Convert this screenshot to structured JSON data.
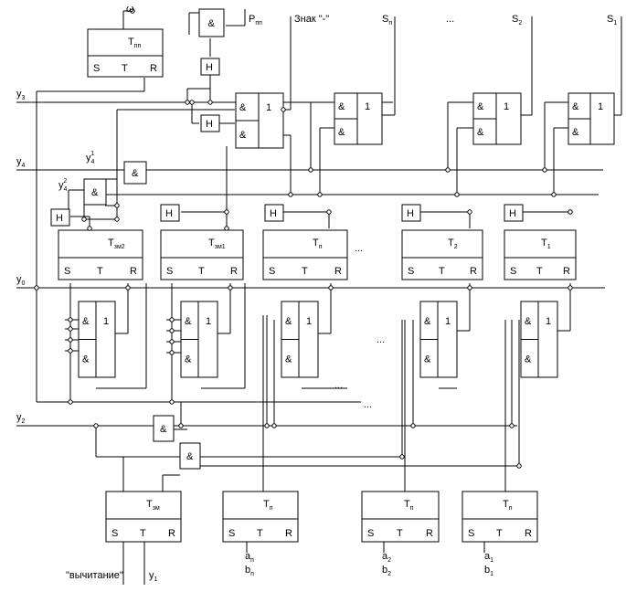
{
  "labels": {
    "omega": "ω",
    "znak": "Знак \"-\"",
    "dots": "...",
    "vychitanie": "\"вычитание\"",
    "and": "&",
    "or": "1",
    "inv": "Н",
    "trig": "Т",
    "s": "S",
    "t": "T",
    "r": "R",
    "p": "Р"
  },
  "signals": {
    "y3": {
      "main": "y",
      "sub": "3"
    },
    "y4": {
      "main": "y",
      "sub": "4"
    },
    "y4_1": {
      "main": "y",
      "sub": "4",
      "sup": "1"
    },
    "y4_2": {
      "main": "y",
      "sub": "4",
      "sup": "2"
    },
    "y0": {
      "main": "y",
      "sub": "0"
    },
    "y2": {
      "main": "y",
      "sub": "2"
    },
    "y1": {
      "main": "y",
      "sub": "1"
    },
    "sn": {
      "main": "S",
      "sub": "п"
    },
    "s2": {
      "main": "S",
      "sub": "2"
    },
    "s1": {
      "main": "S",
      "sub": "1"
    },
    "an": {
      "main": "a",
      "sub": "п"
    },
    "bn": {
      "main": "b",
      "sub": "п"
    },
    "a2": {
      "main": "a",
      "sub": "2"
    },
    "b2": {
      "main": "b",
      "sub": "2"
    },
    "a1": {
      "main": "a",
      "sub": "1"
    },
    "b1": {
      "main": "b",
      "sub": "1"
    },
    "pf": {
      "main": "Р",
      "sub": "пп"
    }
  },
  "triggers": {
    "tpp": "пп",
    "tzm2": "зм2",
    "tzm1": "зм1",
    "tn": "п",
    "t2": "2",
    "t1": "1",
    "tzm": "зм",
    "tbn": "п",
    "tb2": "п",
    "tb1": "п"
  }
}
